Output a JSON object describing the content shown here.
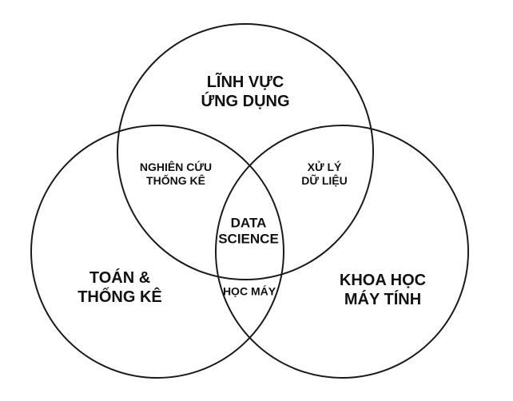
{
  "diagram": {
    "type": "venn",
    "stroke_color": "#1a1a1a",
    "background": "#ffffff",
    "circles": [
      {
        "id": "top",
        "label_lines": [
          "LĨNH VỰC",
          "ỨNG DỤNG"
        ]
      },
      {
        "id": "left",
        "label_lines": [
          "TOÁN &",
          "THỐNG KÊ"
        ]
      },
      {
        "id": "right",
        "label_lines": [
          "KHOA HỌC",
          "MÁY TÍNH"
        ]
      }
    ],
    "intersections": {
      "top_left": {
        "label_lines": [
          "NGHIÊN CỨU",
          "THỐNG KÊ"
        ]
      },
      "top_right": {
        "label_lines": [
          "XỬ LÝ",
          "DỮ LIỆU"
        ]
      },
      "left_right": {
        "label_lines": [
          "HỌC MÁY"
        ]
      },
      "center": {
        "label_lines": [
          "DATA",
          "SCIENCE"
        ]
      }
    }
  }
}
